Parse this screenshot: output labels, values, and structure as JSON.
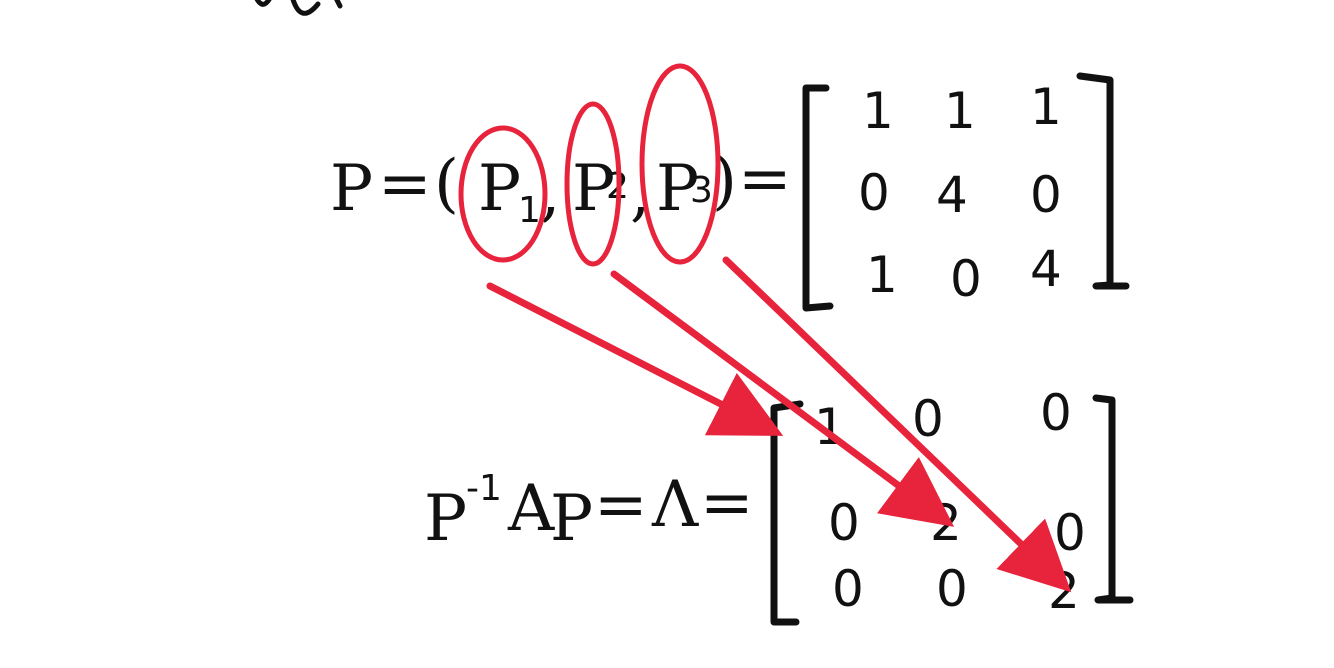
{
  "colors": {
    "ink": "#111111",
    "annotation": "#e8233c",
    "background": "#ffffff"
  },
  "equation1": {
    "lhs": "P",
    "eq": "=",
    "open_paren": "(",
    "vectors": [
      {
        "base": "P",
        "sub": "1"
      },
      {
        "base": "P",
        "sub": "2"
      },
      {
        "base": "P",
        "sub": "3"
      }
    ],
    "comma": ",",
    "close_paren": ")",
    "eq2": "=",
    "matrix": [
      [
        "1",
        "1",
        "1"
      ],
      [
        "0",
        "4",
        "0"
      ],
      [
        "1",
        "0",
        "4"
      ]
    ]
  },
  "equation2": {
    "p": "P",
    "sup": "-1",
    "a": "A",
    "p2": "P",
    "eq": "=",
    "lambda": "Λ",
    "eq2": "=",
    "matrix": [
      [
        "1",
        "0",
        "0"
      ],
      [
        "0",
        "2",
        "0"
      ],
      [
        "0",
        "0",
        "2"
      ]
    ]
  }
}
